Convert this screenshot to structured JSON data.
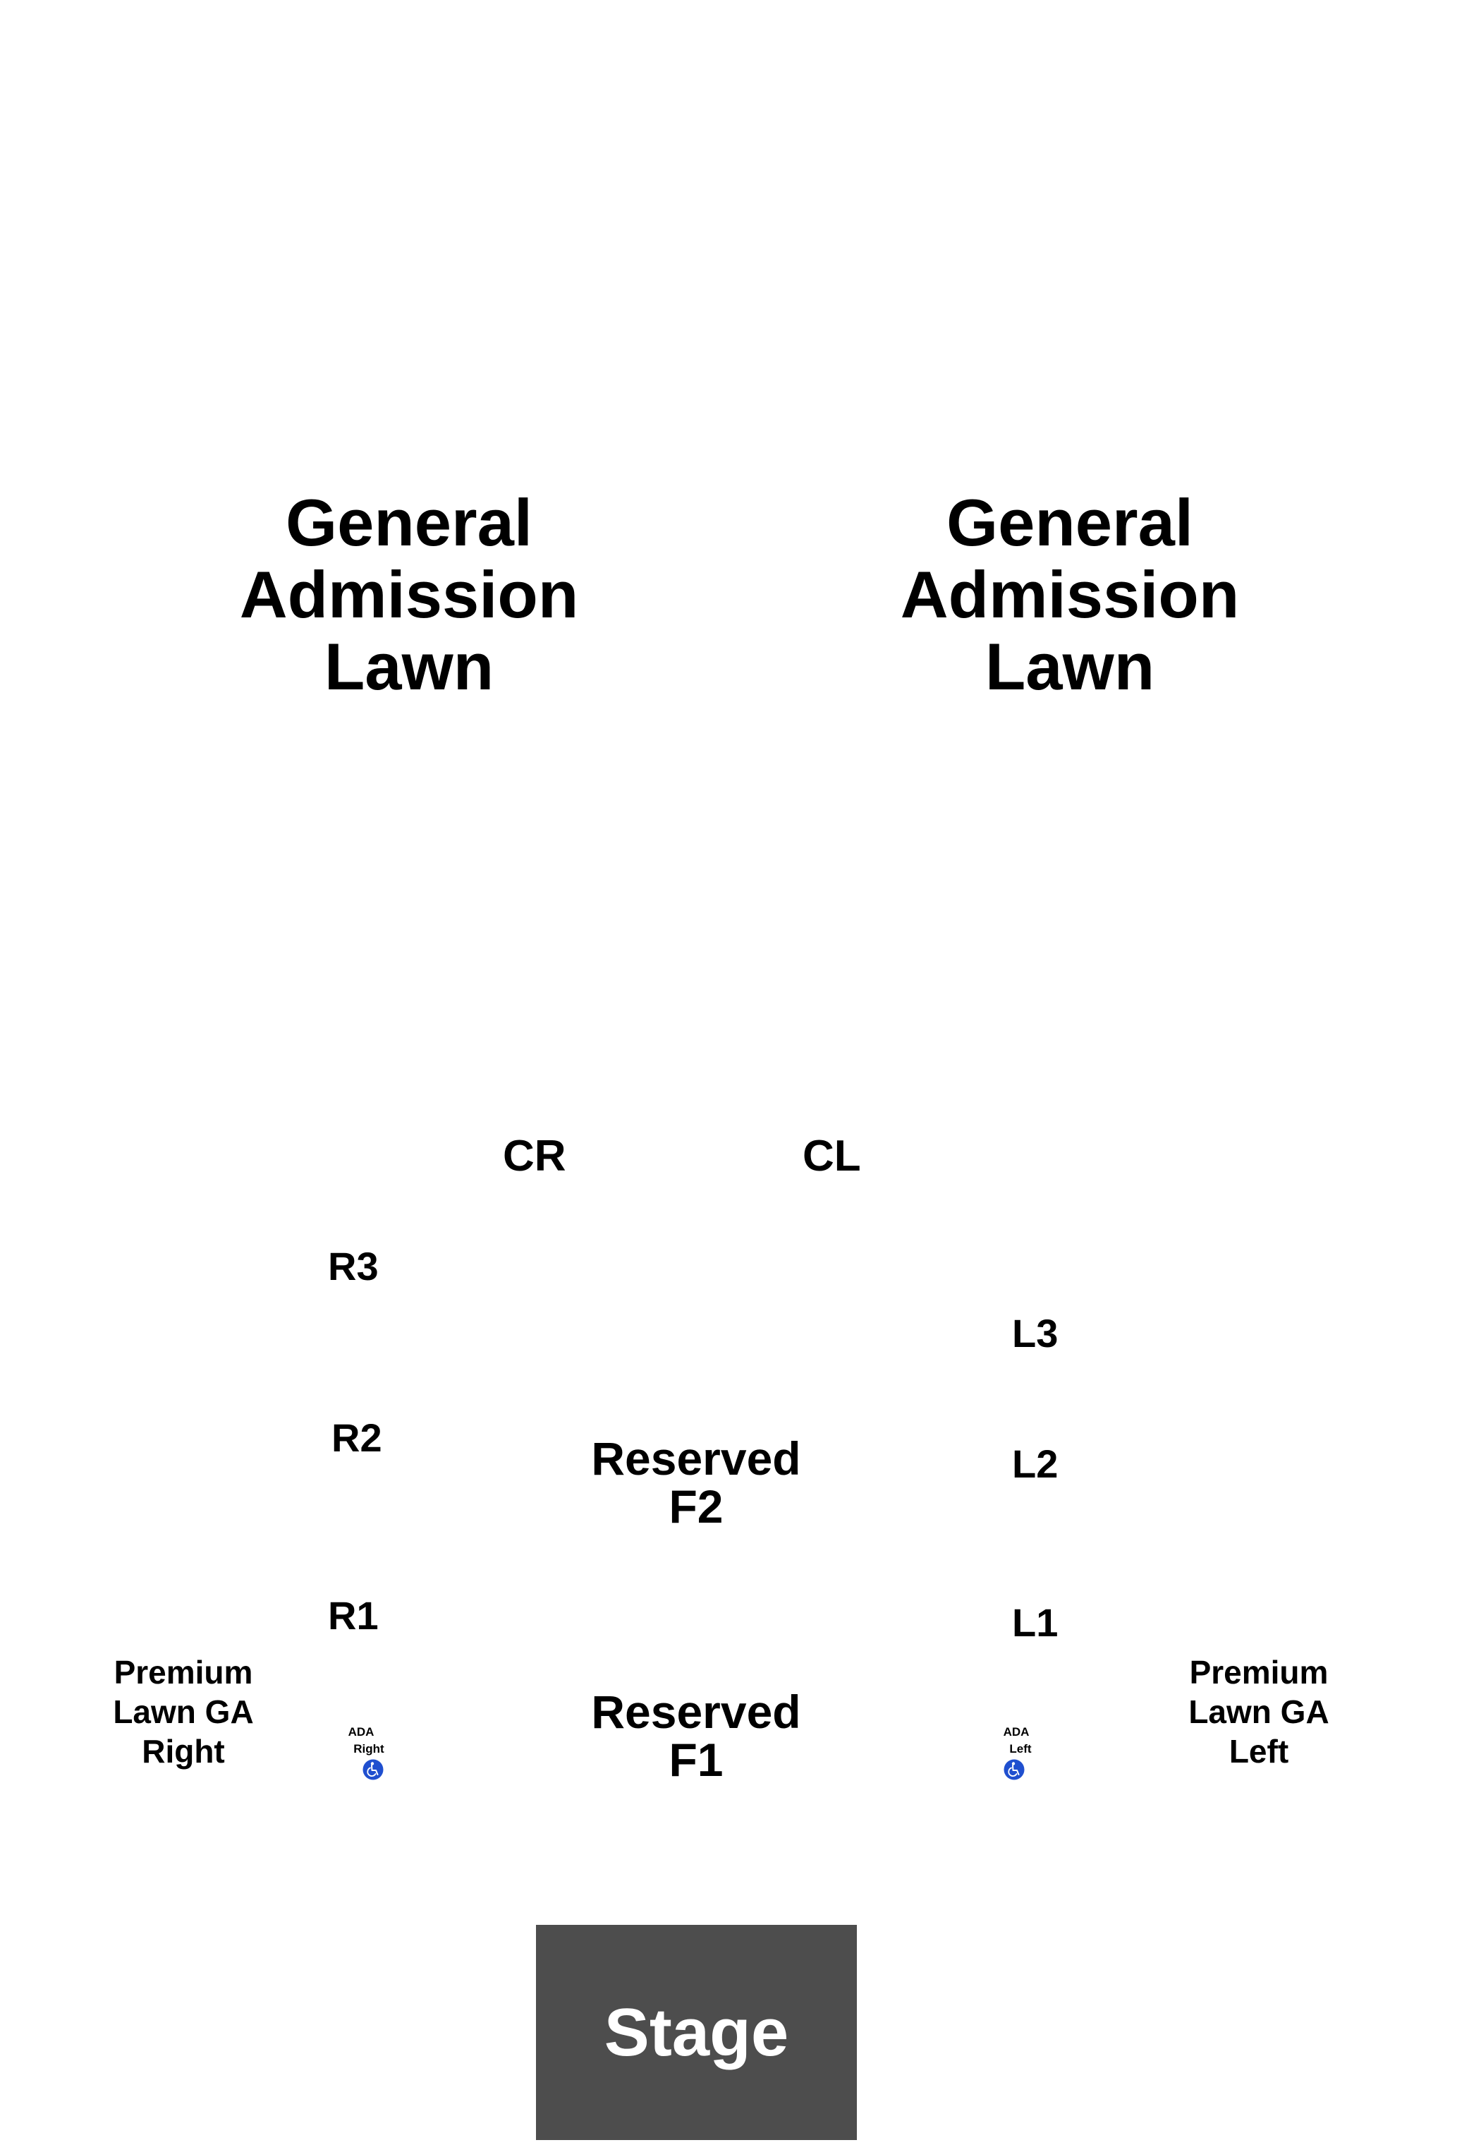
{
  "sections": {
    "ga_lawn_right": {
      "lines": [
        "General",
        "Admission",
        "Lawn"
      ]
    },
    "ga_lawn_left": {
      "lines": [
        "General",
        "Admission",
        "Lawn"
      ]
    },
    "cr": "CR",
    "cl": "CL",
    "r3": "R3",
    "r2": "R2",
    "r1": "R1",
    "l3": "L3",
    "l2": "L2",
    "l1": "L1",
    "reserved_f2": {
      "lines": [
        "Reserved",
        "F2"
      ]
    },
    "reserved_f1": {
      "lines": [
        "Reserved",
        "F1"
      ]
    },
    "premium_right": {
      "lines": [
        "Premium",
        "Lawn GA",
        "Right"
      ]
    },
    "premium_left": {
      "lines": [
        "Premium",
        "Lawn GA",
        "Left"
      ]
    },
    "ada_right": {
      "line1": "ADA",
      "line2": "Right",
      "icon": "wheelchair-icon"
    },
    "ada_left": {
      "line1": "ADA",
      "line2": "Left",
      "icon": "wheelchair-icon"
    }
  },
  "stage": {
    "label": "Stage"
  },
  "colors": {
    "stage_fill": "#4d4d4d",
    "stage_text": "#ffffff",
    "label_text": "#000000",
    "accessibility_blue": "#1f4fcf"
  }
}
